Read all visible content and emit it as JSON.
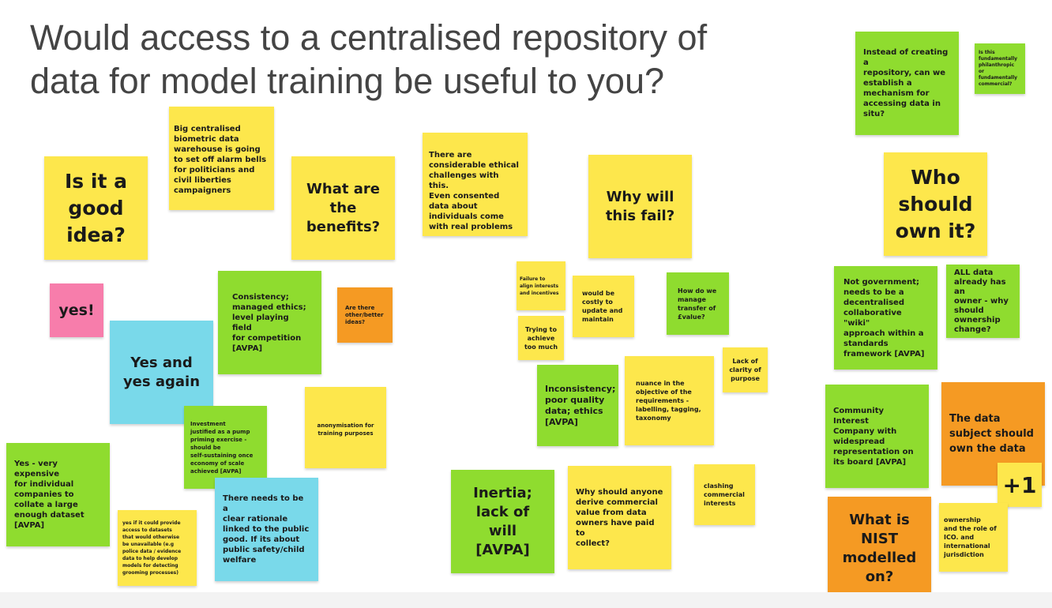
{
  "board": {
    "title": "Would access to a centralised repository of\ndata for model training be useful to you?",
    "colors": {
      "yellow": "#fde74c",
      "green": "#8fdc2f",
      "cyan": "#79d9ea",
      "pink": "#f77dab",
      "orange": "#f59a23"
    }
  },
  "notes": {
    "is_it_good": "Is it a\ngood\nidea?",
    "big_centralised": "Big centralised\nbiometric data\nwarehouse is going\nto set off alarm bells\nfor politicians and\ncivil liberties\ncampaigners",
    "what_benefits": "What are\nthe\nbenefits?",
    "ethical_challenges": "There are\nconsiderable ethical\nchallenges with this.\nEven consented\ndata about\nindividuals come\nwith real problems",
    "why_fail": "Why will\nthis fail?",
    "instead_of_creating": "Instead of creating a\nrepository, can we\nestablish a\nmechanism for\naccessing data in\nsitu?",
    "philanthropic": "Is this\nfundamentally\nphilanthropic\nor\nfundamentally\ncommercial?",
    "who_should_own": "Who\nshould\nown it?",
    "yes": "yes!",
    "consistency": "Consistency;\nmanaged ethics;\nlevel playing field\nfor competition\n[AVPA]",
    "other_ideas": "Are there\nother/better\nideas?",
    "yes_and_yes_again": "Yes and\nyes again",
    "failure_align": "Failure to\nalign interests\nand incentives",
    "costly": "would be\ncostly to\nupdate and\nmaintain",
    "transfer_value": "How do we\nmanage\ntransfer of\n£value?",
    "trying_too_much": "Trying to\nachieve\ntoo much",
    "not_government": "Not government;\nneeds to be a\ndecentralised\ncollaborative \"wiki\"\napproach within a\nstandards\nframework [AVPA]",
    "all_data_owner": "ALL data\nalready has an\nowner - why\nshould\nownership\nchange?",
    "lack_clarity": "Lack of\nclarity of\npurpose",
    "inconsistency": "Inconsistency;\npoor quality\ndata; ethics\n[AVPA]",
    "nuance": "nuance in the\nobjective of the\nrequirements -\nlabelling, tagging,\ntaxonomy",
    "anonymisation": "anonymisation for\ntraining purposes",
    "investment": "Investment\njustified as a pump\npriming exercise -\nshould be\nself-sustaining once\neconomy of scale\nachieved [AVPA]",
    "community_interest": "Community Interest\nCompany with\nwidespread\nrepresentation on\nits board [AVPA]",
    "data_subject": "The data\nsubject should\nown the data",
    "plus_one": "+1",
    "yes_expensive": "Yes - very expensive\nfor individual\ncompanies to\ncollate a  large\nenough dataset\n[AVPA]",
    "clear_rationale": "There needs to be a\nclear rationale\nlinked to the public\ngood. If its about\npublic safety/child\nwelfare",
    "inertia": "Inertia;\nlack of\nwill\n[AVPA]",
    "why_should_anyone": "Why should anyone\nderive commercial\nvalue from data\nowners have paid to\ncollect?",
    "clashing": "clashing\ncommercial\ninterests",
    "nist": "What is\nNIST\nmodelled\non?",
    "ownership_ico": "ownership\nand the role of\nICO. and\ninternational\njurisdiction",
    "police_data": "yes if it could provide\naccess to datasets\nthat would otherwise\nbe unavailable (e.g\npolice data / evidence\ndata to help develop\nmodels for detecting\ngrooming processes)"
  }
}
